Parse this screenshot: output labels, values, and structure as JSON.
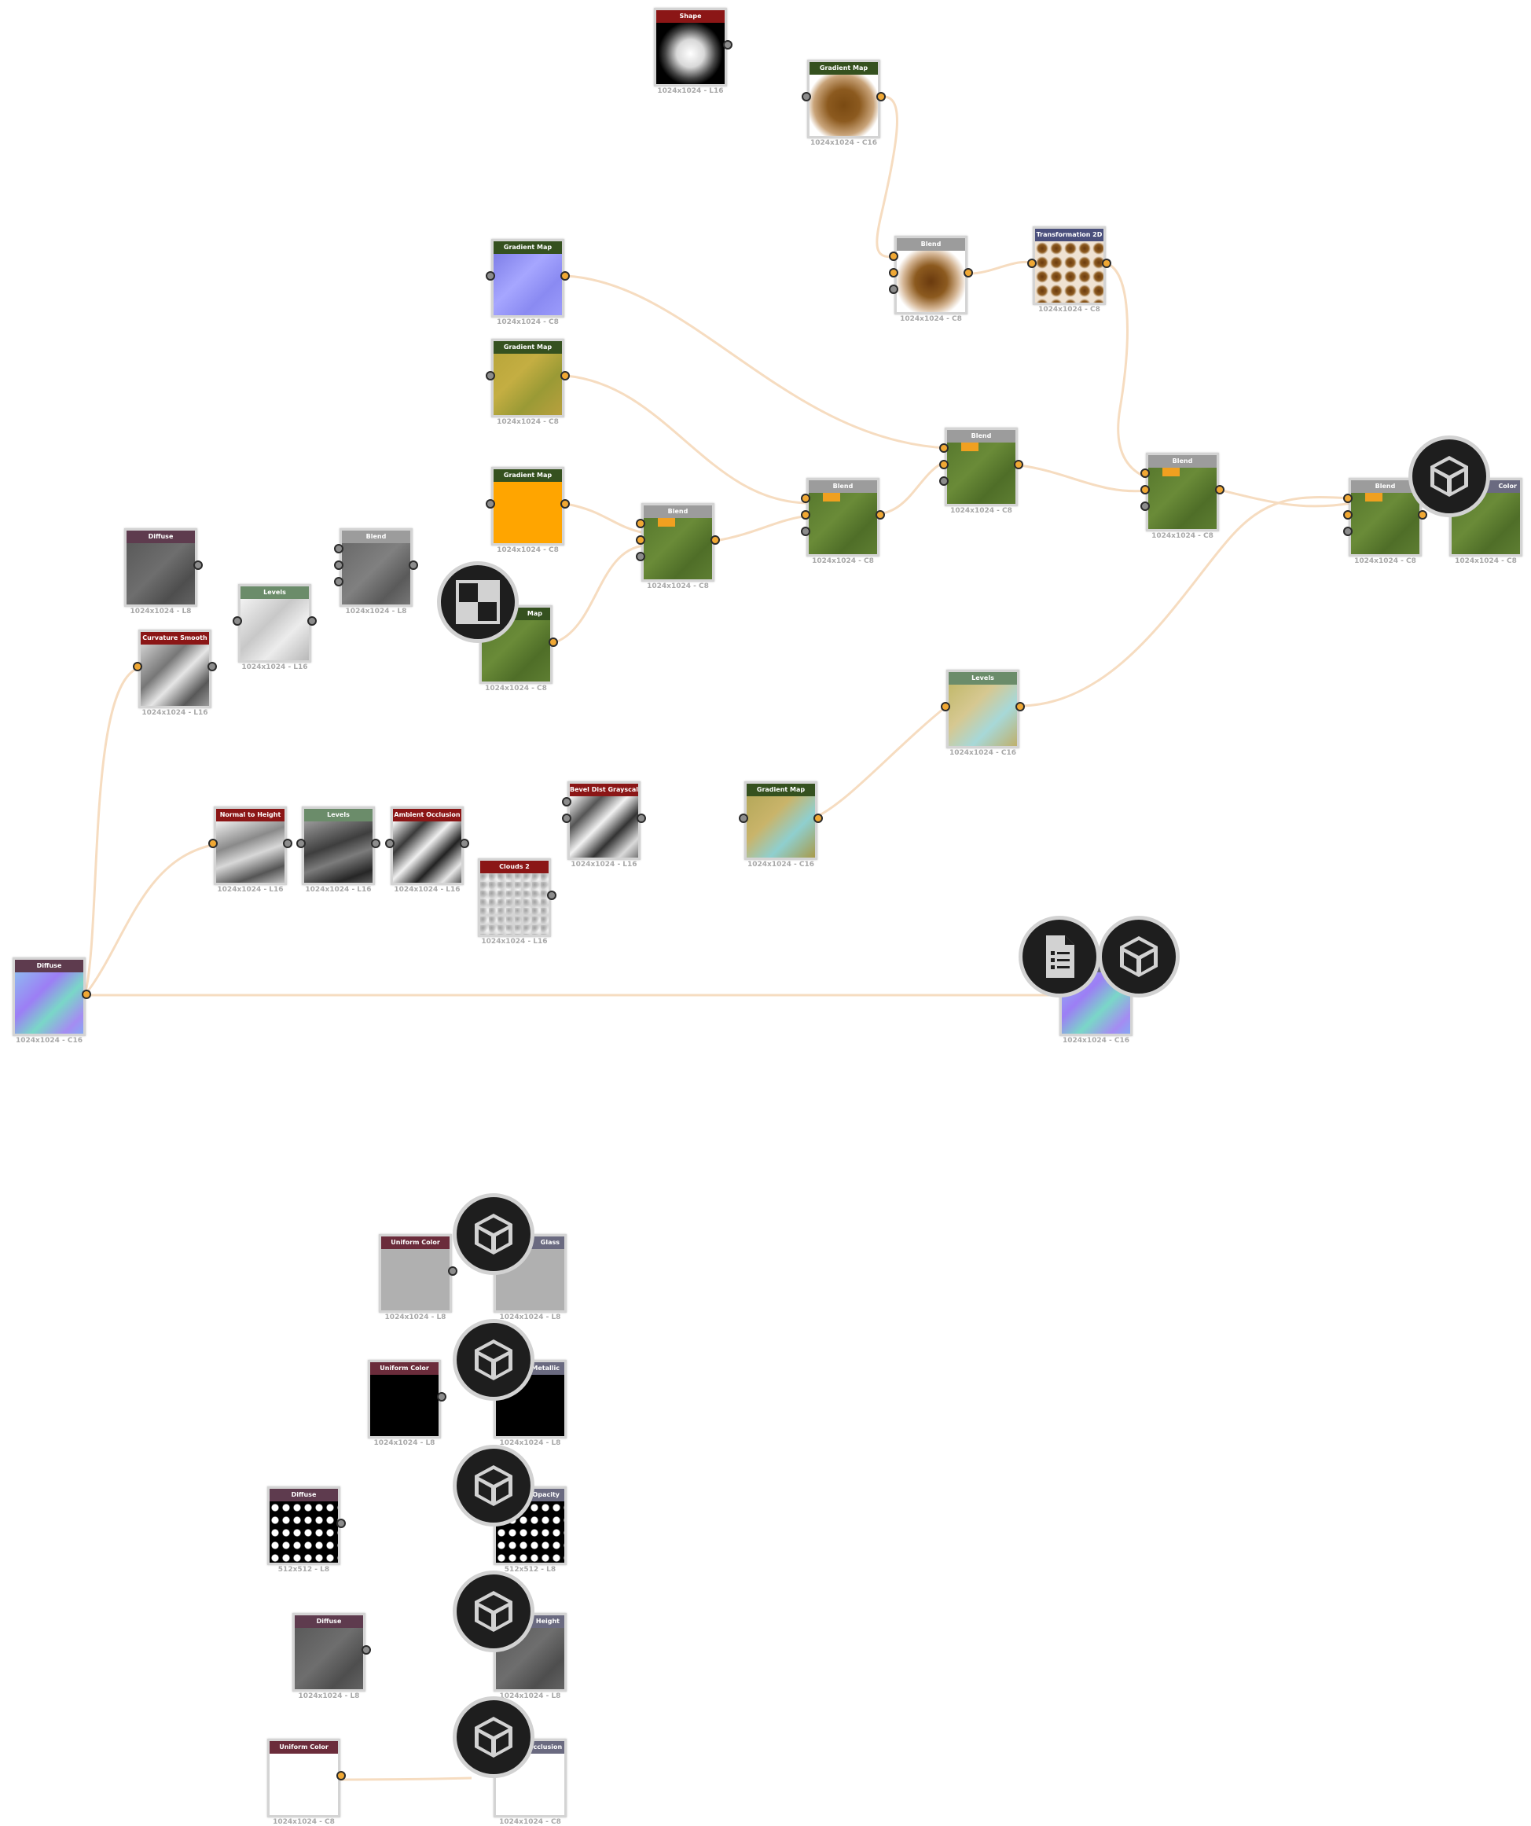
{
  "colors": {
    "wire": "#f6dcc0",
    "hdr_green": "#35511f",
    "hdr_red": "#8b1616",
    "hdr_gray": "#9c9c9c",
    "hdr_blue": "#4a4f7c",
    "hdr_mauve": "#5e3b4e",
    "hdr_pink": "#6b2c3b",
    "hdr_sage": "#6b8c6a",
    "hdr_slate": "#6a6a80",
    "port_orange": "#f0a834",
    "port_gray": "#8c8c8c",
    "badge_bg": "#1e1e1e"
  },
  "nodes": {
    "shape": {
      "title": "Shape",
      "res": "1024x1024 - L16"
    },
    "gradient_map_brown": {
      "title": "Gradient Map",
      "res": "1024x1024 - C16"
    },
    "blend_brown": {
      "title": "Blend",
      "res": "1024x1024 - C8"
    },
    "transformation_2d": {
      "title": "Transformation 2D",
      "res": "1024x1024 - C8"
    },
    "gradient_map_blue": {
      "title": "Gradient Map",
      "res": "1024x1024 - C8"
    },
    "gradient_map_olive": {
      "title": "Gradient Map",
      "res": "1024x1024 - C8"
    },
    "gradient_map_orange": {
      "title": "Gradient Map",
      "res": "1024x1024 - C8"
    },
    "blend_a": {
      "title": "Blend",
      "res": "1024x1024 - C8"
    },
    "blend_b": {
      "title": "Blend",
      "res": "1024x1024 - C8"
    },
    "blend_c": {
      "title": "Blend",
      "res": "1024x1024 - C8"
    },
    "blend_d": {
      "title": "Blend",
      "res": "1024x1024 - C8"
    },
    "blend_e": {
      "title": "Blend",
      "res": "1024x1024 - C8"
    },
    "output_color": {
      "title": "Color",
      "res": "1024x1024 - C8"
    },
    "diffuse_gray": {
      "title": "Diffuse",
      "res": "1024x1024 - L8"
    },
    "blend_gray": {
      "title": "Blend",
      "res": "1024x1024 - L8"
    },
    "levels_top": {
      "title": "Levels",
      "res": "1024x1024 - L16"
    },
    "curvature_smooth": {
      "title": "Curvature Smooth",
      "res": "1024x1024 - L16"
    },
    "map_green": {
      "title": "Map",
      "res": "1024x1024 - C8"
    },
    "levels_mid": {
      "title": "Levels",
      "res": "1024x1024 - C16"
    },
    "normal_to_height": {
      "title": "Normal to Height",
      "res": "1024x1024 - L16"
    },
    "levels_low": {
      "title": "Levels",
      "res": "1024x1024 - L16"
    },
    "ambient_occlusion": {
      "title": "Ambient Occlusion",
      "res": "1024x1024 - L16"
    },
    "clouds_2": {
      "title": "Clouds 2",
      "res": "1024x1024 - L16"
    },
    "bevel_dist_grayscale": {
      "title": "Bevel Dist Grayscale",
      "res": "1024x1024 - L16"
    },
    "gradient_map_teal": {
      "title": "Gradient Map",
      "res": "1024x1024 - C16"
    },
    "diffuse_normal": {
      "title": "Diffuse",
      "res": "1024x1024 - C16"
    },
    "output_normal": {
      "title": "",
      "res": "1024x1024 - C16"
    },
    "uniform_color_1": {
      "title": "Uniform Color",
      "res": "1024x1024 - L8"
    },
    "out_glass": {
      "title": "Glass",
      "res": "1024x1024 - L8"
    },
    "uniform_color_2": {
      "title": "Uniform Color",
      "res": "1024x1024 - L8"
    },
    "out_metallic": {
      "title": "Metallic",
      "res": "1024x1024 - L8"
    },
    "diffuse_mask": {
      "title": "Diffuse",
      "res": "512x512 - L8"
    },
    "out_opacity": {
      "title": "Opacity",
      "res": "512x512 - L8"
    },
    "diffuse_small": {
      "title": "Diffuse",
      "res": "1024x1024 - L8"
    },
    "out_height": {
      "title": "Height",
      "res": "1024x1024 - L8"
    },
    "uniform_color_3": {
      "title": "Uniform Color",
      "res": "1024x1024 - C8"
    },
    "out_ao": {
      "title": "Ambient Occlusion",
      "res": "1024x1024 - C8"
    }
  },
  "badges": {
    "transparency": "transparency-icon",
    "output": "cube-output-icon",
    "document": "document-list-icon"
  }
}
